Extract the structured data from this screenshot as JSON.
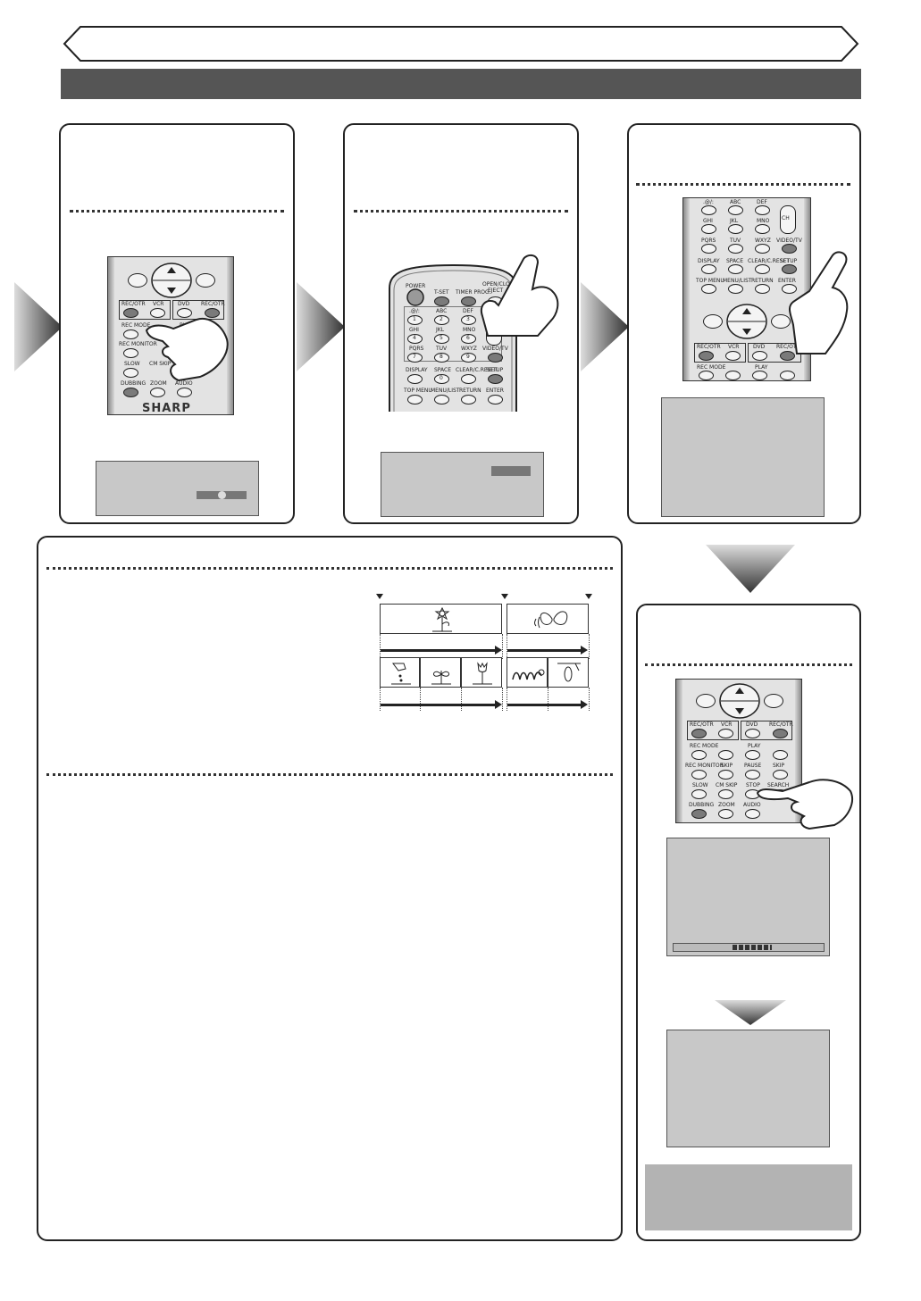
{
  "header": {
    "banner_text": "",
    "section_title": ""
  },
  "remote_labels": {
    "power": "POWER",
    "t_set": "T-SET",
    "timer_prog": "TIMER PROG.",
    "open_close": "OPEN/CLOSE",
    "eject": "EJECT",
    "ch": "CH",
    "abc": "ABC",
    "def": "DEF",
    "ghi": "GHI",
    "jkl": "JKL",
    "mno": "MNO",
    "pqrs": "PQRS",
    "tuv": "TUV",
    "wxyz": "WXYZ",
    "jp": ".@/:",
    "video_tv": "VIDEO/TV",
    "display": "DISPLAY",
    "space": "SPACE",
    "clear_creset": "CLEAR/C.RESET",
    "setup": "SETUP",
    "top_menu": "TOP MENU",
    "menu_list": "MENU/LIST",
    "return": "RETURN",
    "enter": "ENTER",
    "rec_otr": "REC/OTR",
    "vcr": "VCR",
    "dvd": "DVD",
    "rec_mode": "REC MODE",
    "play": "PLAY",
    "rec_monitor": "REC MONITOR",
    "skip": "SKIP",
    "pause": "PAUSE",
    "slow": "SLOW",
    "cm_skip": "CM SKIP",
    "stop": "STOP",
    "search": "SEARCH",
    "dubbing": "DUBBING",
    "zoom": "ZOOM",
    "audio": "AUDIO",
    "brand": "SHARP",
    "digits": [
      "1",
      "2",
      "3",
      "4",
      "5",
      "6",
      "7",
      "8",
      "9",
      "0"
    ]
  },
  "colors": {
    "banner": "#555555",
    "screen": "#c8c8c8",
    "note_box": "#b3b3b3",
    "arrow": "#4a4a4a"
  }
}
